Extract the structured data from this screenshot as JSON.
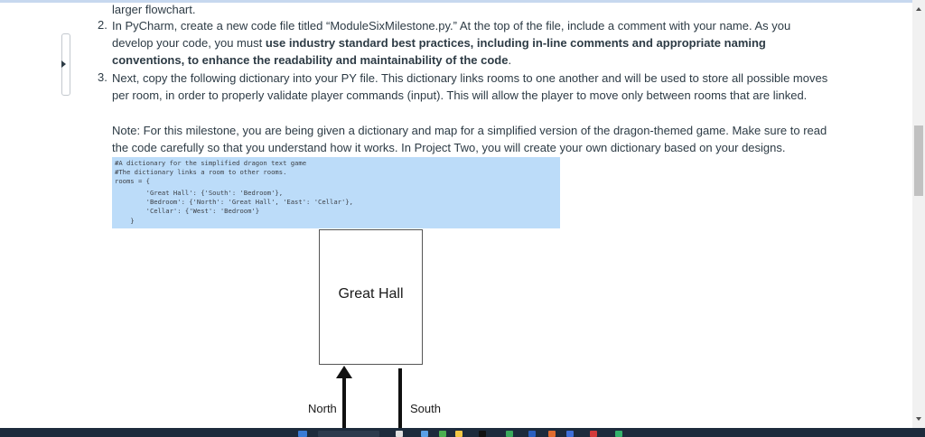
{
  "page": {
    "prev_line": "larger flowchart."
  },
  "steps": [
    {
      "number": "2.",
      "seg1": "In PyCharm, create a new code file titled “ModuleSixMilestone.py.” At the top of the file, include a comment with your name. As you develop your code, you must ",
      "bold": "use industry standard best practices, including in-line comments and appropriate naming conventions, to enhance the readability and maintainability of the code",
      "seg2": "."
    },
    {
      "number": "3.",
      "text": "Next, copy the following dictionary into your PY file. This dictionary links rooms to one another and will be used to store all possible moves per room, in order to properly validate player commands (input). This will allow the player to move only between rooms that are linked."
    }
  ],
  "note": "Note: For this milestone, you are being given a dictionary and map for a simplified version of the dragon-themed game. Make sure to read the code carefully so that you understand how it works. In Project Two, you will create your own dictionary based on your designs.",
  "code": {
    "lines": [
      "#A dictionary for the simplified dragon text game",
      "#The dictionary links a room to other rooms.",
      "rooms = {",
      "        'Great Hall': {'South': 'Bedroom'},",
      "        'Bedroom': {'North': 'Great Hall', 'East': 'Cellar'},",
      "        'Cellar': {'West': 'Bedroom'}",
      "    }"
    ]
  },
  "diagram": {
    "room_label": "Great Hall",
    "north_label": "North",
    "south_label": "South"
  },
  "colors": {
    "code_bg": "#bcdcf9",
    "text": "#2d3b45",
    "taskbar": "#1d2b3c"
  }
}
